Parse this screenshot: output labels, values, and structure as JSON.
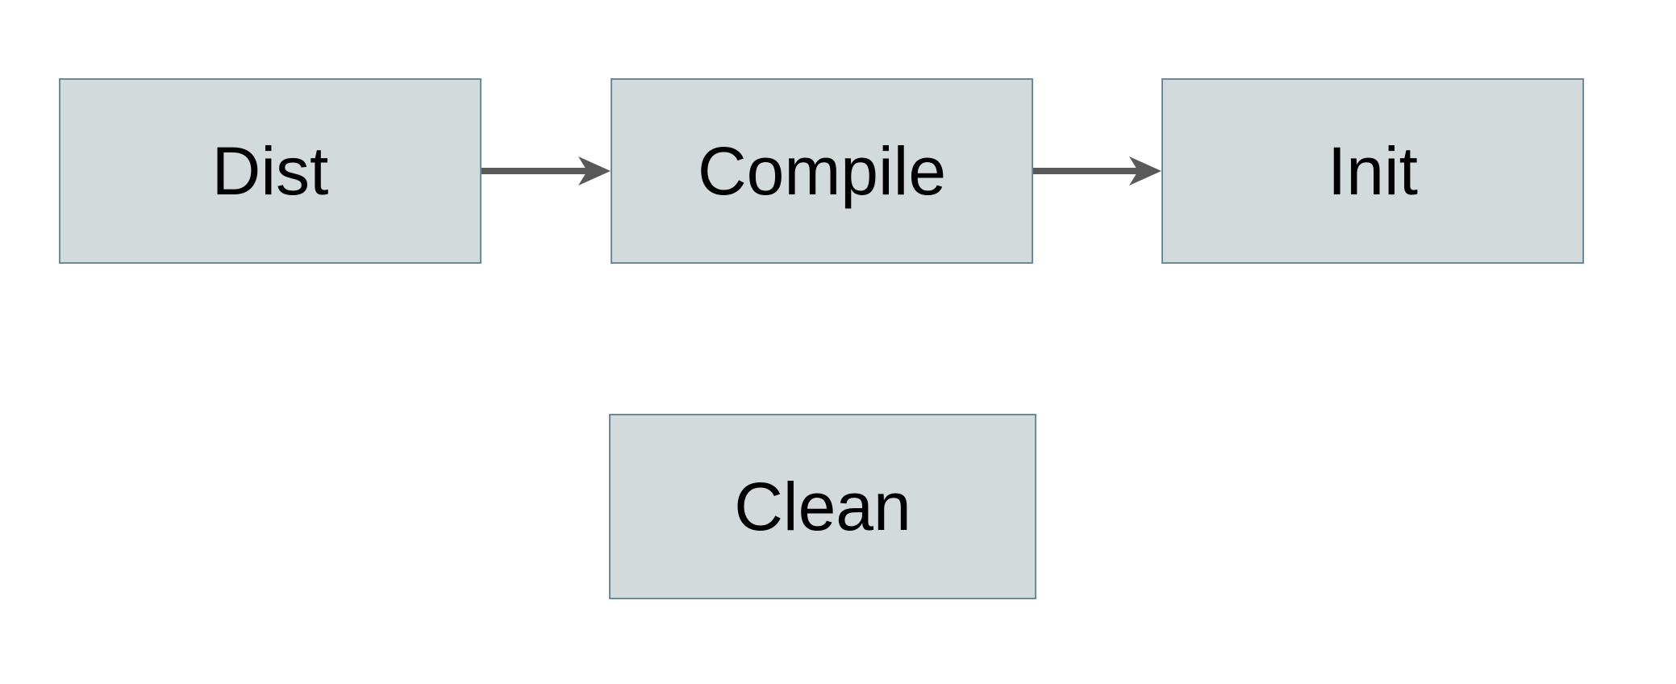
{
  "diagram": {
    "type": "flowchart",
    "nodes": [
      {
        "id": "dist",
        "label": "Dist"
      },
      {
        "id": "compile",
        "label": "Compile"
      },
      {
        "id": "init",
        "label": "Init"
      },
      {
        "id": "clean",
        "label": "Clean"
      }
    ],
    "edges": [
      {
        "from": "dist",
        "to": "compile",
        "style": "arrow-right"
      },
      {
        "from": "compile",
        "to": "init",
        "style": "arrow-right"
      }
    ],
    "colors": {
      "background": "#ffffff",
      "node_fill": "#d3dadc",
      "node_border": "#6d8a99",
      "arrow": "#595959",
      "text": "#000000"
    }
  }
}
